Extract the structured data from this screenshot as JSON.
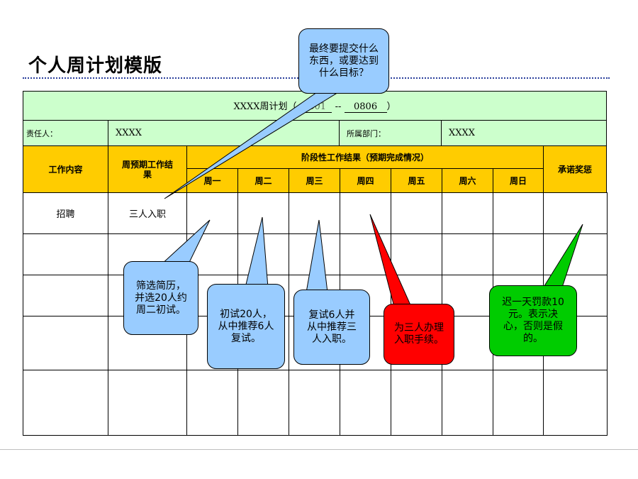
{
  "title": "个人周计划模版",
  "plan": {
    "heading_prefix": "XXXX周计划（",
    "date_start": "0801",
    "date_sep": "--",
    "date_end": "0806",
    "heading_suffix": "）",
    "owner_label": "责任人：",
    "owner_value": "XXXX",
    "dept_label": "所属部门：",
    "dept_value": "XXXX"
  },
  "columns": {
    "work_content": "工作内容",
    "weekly_result": "周预期工作结果",
    "stage_result": "阶段性工作结果（预期完成情况）",
    "days": [
      "周一",
      "周二",
      "周三",
      "周四",
      "周五",
      "周六",
      "周日"
    ],
    "reward": "承诺奖惩"
  },
  "rows": [
    {
      "content": "招聘",
      "result": "三人入职"
    }
  ],
  "callouts": {
    "goal": "最终要提交什么东西，或要达到什么目标？",
    "mon": "筛选简历，并选20人约周二初试。",
    "tue": "初试20人，从中推荐6人复试。",
    "wed": "复试6人并从中推荐三人入职。",
    "thu": "为三人办理入职手续。",
    "reward": "迟一天罚款10元。表示决心，否则是假的。"
  },
  "colors": {
    "header_green": "#ccffcc",
    "header_orange": "#ffcc00",
    "callout_blue": "#99ccff",
    "callout_red": "#ff0000",
    "callout_green": "#00cc00",
    "rule_blue": "#2a3f9c"
  }
}
